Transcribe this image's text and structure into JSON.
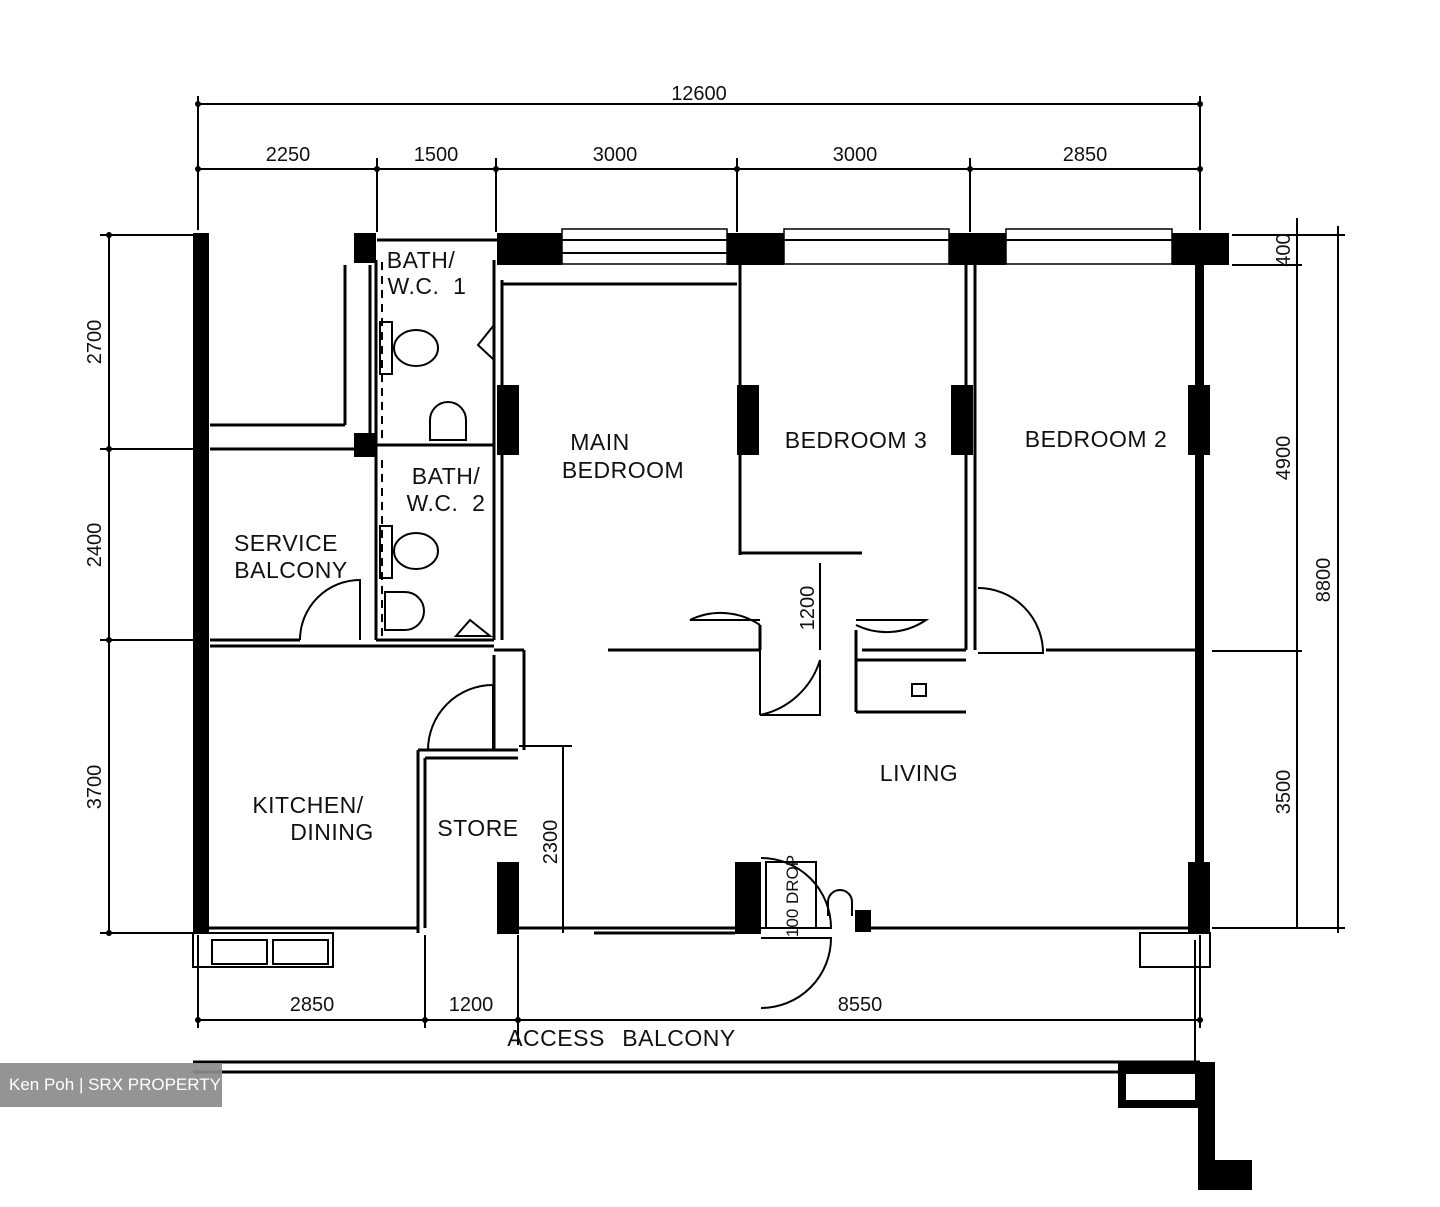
{
  "dimensions": {
    "overall_width": "12600",
    "top_segments": [
      "2250",
      "1500",
      "3000",
      "3000",
      "2850"
    ],
    "left_segments": [
      "2700",
      "2400",
      "3700"
    ],
    "right_segments": [
      "400",
      "4900",
      "3500"
    ],
    "overall_depth": "8800",
    "bottom_segments": [
      "2850",
      "1200",
      "8550"
    ],
    "corridor_1200": "1200",
    "store_2300": "2300",
    "drop": "100 DROP"
  },
  "rooms": {
    "bath1": [
      "BATH/",
      "W.C.  1"
    ],
    "bath2": [
      "BATH/",
      "W.C.  2"
    ],
    "main_bedroom": [
      "MAIN",
      "BEDROOM"
    ],
    "bedroom3": "BEDROOM 3",
    "bedroom2": "BEDROOM 2",
    "service_balcony": [
      "SERVICE",
      "BALCONY"
    ],
    "living": "LIVING",
    "kitchen": [
      "KITCHEN/",
      "DINING"
    ],
    "store": "STORE",
    "access_balcony": [
      "ACCESS",
      "BALCONY"
    ]
  },
  "watermark": "Ken Poh | SRX PROPERTY"
}
